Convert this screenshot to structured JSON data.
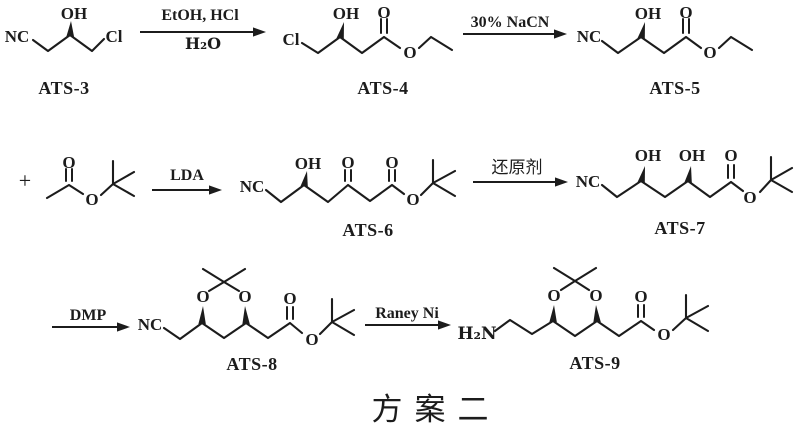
{
  "colors": {
    "ink": "#1c1c1c",
    "background": "#ffffff"
  },
  "scheme_title": "方案二",
  "operators": {
    "plus": "+"
  },
  "atoms": {
    "oh": "OH",
    "nc": "NC",
    "cl": "Cl",
    "o": "O",
    "h2n": "H₂N"
  },
  "compounds": {
    "ats3": "ATS-3",
    "ats4": "ATS-4",
    "ats5": "ATS-5",
    "ats6": "ATS-6",
    "ats7": "ATS-7",
    "ats8": "ATS-8",
    "ats9": "ATS-9"
  },
  "reagents": {
    "step1_above": "EtOH, HCl",
    "step1_below": "H₂O",
    "step2": "30% NaCN",
    "step3": "LDA",
    "step4": "还原剂",
    "step5": "DMP",
    "step6": "Raney Ni"
  }
}
